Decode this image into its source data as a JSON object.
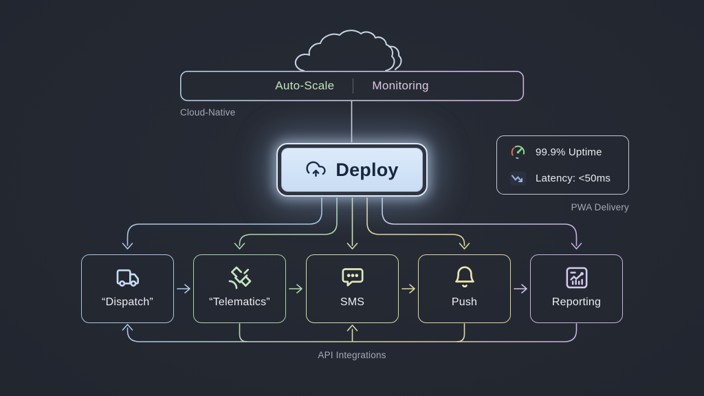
{
  "diagram": {
    "background_color": "#22262f",
    "top": {
      "label_left": "Auto-Scale",
      "label_right": "Monitoring",
      "caption": "Cloud-Native",
      "icon": "cloud-outline-icon",
      "border_gradient": [
        "#b6c9e2",
        "#cbaede"
      ],
      "label_left_color": "#c0e4ba",
      "label_right_color": "#ddc7e4"
    },
    "deploy": {
      "label": "Deploy",
      "icon": "cloud-upload-icon",
      "fill_color": "#d3e4f8",
      "text_color": "#18263f",
      "glow_color": "#bcd6f2"
    },
    "pwa": {
      "caption": "PWA Delivery",
      "items": [
        {
          "icon": "gauge-icon",
          "text": "99.9% Uptime"
        },
        {
          "icon": "latency-trend-icon",
          "text": "Latency: <50ms"
        }
      ],
      "border_color": "#c3c9d4"
    },
    "nodes": [
      {
        "label": "“Dispatch”",
        "icon": "truck-icon",
        "accent": "#a9c7e6"
      },
      {
        "label": "“Telematics”",
        "icon": "satellite-icon",
        "accent": "#a8d5a8"
      },
      {
        "label": "SMS",
        "icon": "chat-bubble-icon",
        "accent": "#d3dda4"
      },
      {
        "label": "Push",
        "icon": "bell-icon",
        "accent": "#ded89c"
      },
      {
        "label": "Reporting",
        "icon": "bar-line-chart-icon",
        "accent": "#c6b6e4"
      }
    ],
    "bottom_caption": "API Integrations",
    "connector_colors": {
      "to_dispatch": "#a9c9e8",
      "to_telematics": "#aed7ac",
      "to_sms": "#d3dfae",
      "to_push": "#ded9a0",
      "to_reporting": "#c4b2e2",
      "return_loop": [
        "#a9c9e8",
        "#ddd89e",
        "#c4b4e0"
      ]
    }
  }
}
